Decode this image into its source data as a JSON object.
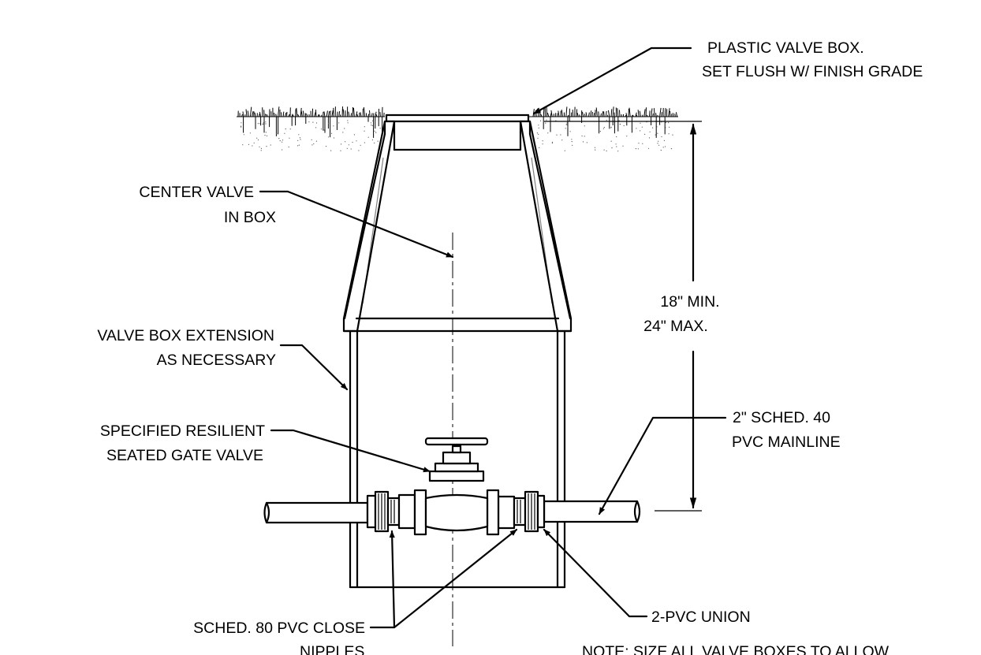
{
  "labels": {
    "plastic_box_line1": "PLASTIC VALVE BOX.",
    "plastic_box_line2": "SET FLUSH W/ FINISH GRADE",
    "center_valve_line1": "CENTER VALVE",
    "center_valve_line2": "IN BOX",
    "dim_line1": "18\" MIN.",
    "dim_line2": "24\" MAX.",
    "extension_line1": "VALVE BOX EXTENSION",
    "extension_line2": "AS NECESSARY",
    "gate_valve_line1": "SPECIFIED RESILIENT",
    "gate_valve_line2": "SEATED GATE VALVE",
    "mainline_line1": "2\" SCHED. 40",
    "mainline_line2": "PVC MAINLINE",
    "union": "2-PVC UNION",
    "nipples_line1": "SCHED. 80 PVC CLOSE",
    "nipples_line2": "NIPPLES",
    "note": "NOTE:  SIZE ALL VALVE BOXES TO ALLOW"
  }
}
